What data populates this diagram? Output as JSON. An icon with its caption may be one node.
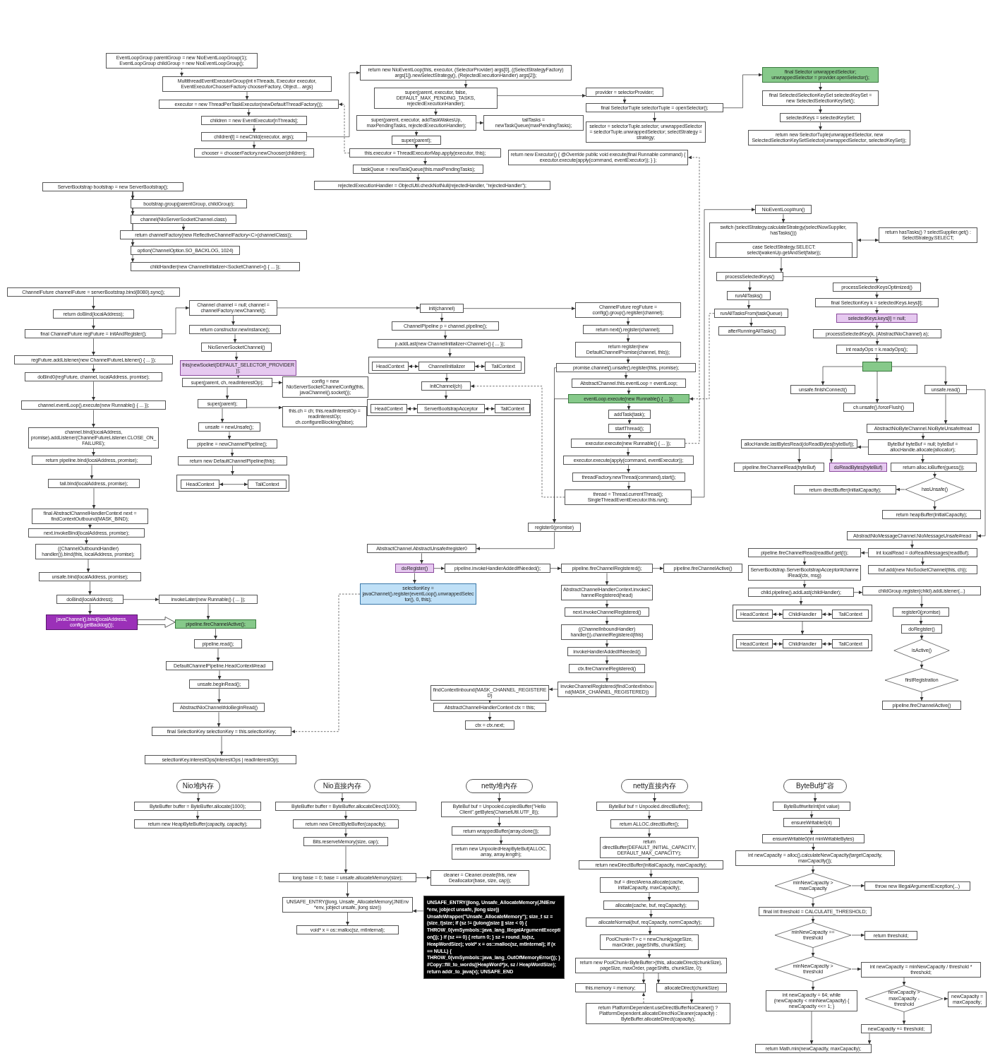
{
  "diagram": {
    "nodes": [
      {
        "text": [
          "EventLoopGroup parentGroup = new NioEventLoopGroup(1); EventLoopGroup childGroup = new NioEventLoopGroup();"
        ]
      },
      {
        "text": [
          "MultithreadEventExecutorGroup(int nThreads, Executor executor, EventExecutorChooserFactory chooserFactory, Object... args)"
        ]
      },
      {
        "text": [
          "executor = new ThreadPerTaskExecutor(newDefaultThreadFactory());"
        ]
      },
      {
        "text": [
          "children = new EventExecutor[nThreads];"
        ]
      },
      {
        "text": [
          "children[i] = newChild(executor, args);"
        ]
      },
      {
        "text": [
          "chooser = chooserFactory.newChooser(children);"
        ]
      },
      {
        "text": [
          "return new NioEventLoop(this, executor, (SelectorProvider) args[0], ((SelectStrategyFactory) args[1]).newSelectStrategy(), (RejectedExecutionHandler) args[2]);"
        ]
      },
      {
        "text": [
          "super(parent, executor, false, DEFAULT_MAX_PENDING_TASKS, rejectedExecutionHandler);"
        ]
      },
      {
        "text": [
          "super(parent, executor, addTaskWakesUp, maxPendingTasks, rejectedExecutionHandler);"
        ]
      },
      {
        "text": [
          "super(parent);"
        ]
      },
      {
        "text": [
          "this.executor = ThreadExecutorMap.apply(executor, this);"
        ]
      },
      {
        "text": [
          "taskQueue = newTaskQueue(this.maxPendingTasks);"
        ]
      },
      {
        "text": [
          "rejectedExecutionHandler = ObjectUtil.checkNotNull(rejectedHandler, \"rejectedHandler\");"
        ]
      },
      {
        "text": [
          "tailTasks = newTaskQueue(maxPendingTasks);"
        ]
      },
      {
        "text": [
          "return new Executor() { @Override public void execute(final Runnable command) { executor.execute(apply(command, eventExecutor)); } };"
        ]
      },
      {
        "text": [
          "provider = selectorProvider;"
        ]
      },
      {
        "text": [
          "final SelectorTuple selectorTuple = openSelector();"
        ]
      },
      {
        "text": [
          "selector = selectorTuple.selector; unwrappedSelector = selectorTuple.unwrappedSelector; selectStrategy = strategy;"
        ]
      },
      {
        "text": [
          "final Selector unwrappedSelector; unwrappedSelector = provider.openSelector();"
        ]
      },
      {
        "text": [
          "final SelectedSelectionKeySet selectedKeySet = new SelectedSelectionKeySet();"
        ]
      },
      {
        "text": [
          "selectedKeys = selectedKeySet;"
        ]
      },
      {
        "text": [
          "return new SelectorTuple(unwrappedSelector, new SelectedSelectionKeySetSelector(unwrappedSelector, selectedKeySet));"
        ]
      },
      {
        "text": [
          "ServerBootstrap bootstrap = new ServerBootstrap();"
        ]
      },
      {
        "text": [
          "bootstrap.group(parentGroup, childGroup);"
        ]
      },
      {
        "text": [
          "channel(NioServerSocketChannel.class)"
        ]
      },
      {
        "text": [
          "return channelFactory(new ReflectiveChannelFactory<C>(channelClass));"
        ]
      },
      {
        "text": [
          "option(ChannelOption.SO_BACKLOG, 1024)"
        ]
      },
      {
        "text": [
          "childHandler(new ChannelInitializer<SocketChannel>() { ... });"
        ]
      },
      {
        "text": [
          "ChannelFuture channelFuture = serverBootstrap.bind(8080).sync();"
        ]
      },
      {
        "text": [
          "return doBind(localAddress);"
        ]
      },
      {
        "text": [
          "final ChannelFuture regFuture = initAndRegister();"
        ]
      },
      {
        "text": [
          "regFuture.addListener(new ChannelFutureListener() { ... });"
        ]
      },
      {
        "text": [
          "doBind0(regFuture, channel, localAddress, promise);"
        ]
      },
      {
        "text": [
          "channel.eventLoop().execute(new Runnable() { ... });"
        ]
      },
      {
        "text": [
          "channel.bind(localAddress, promise).addListener(ChannelFutureListener.CLOSE_ON_FAILURE);"
        ]
      },
      {
        "text": [
          "return pipeline.bind(localAddress, promise);"
        ]
      },
      {
        "text": [
          "tail.bind(localAddress, promise);"
        ]
      },
      {
        "text": [
          "final AbstractChannelHandlerContext next = findContextOutbound(MASK_BIND);"
        ]
      },
      {
        "text": [
          "next.invokeBind(localAddress, promise);"
        ]
      },
      {
        "text": [
          "((ChannelOutboundHandler) handler()).bind(this, localAddress, promise);"
        ]
      },
      {
        "text": [
          "unsafe.bind(localAddress, promise);"
        ]
      },
      {
        "text": [
          "doBind(localAddress);"
        ]
      },
      {
        "text": [
          "javaChannel().bind(localAddress, config.getBacklog());"
        ]
      },
      {
        "text": [
          "invokeLater(new Runnable() { ... });"
        ]
      },
      {
        "text": [
          "pipeline.fireChannelActive();"
        ]
      },
      {
        "text": [
          "pipeline.read();"
        ]
      },
      {
        "text": [
          "DefaultChannelPipeline.HeadContext#read"
        ]
      },
      {
        "text": [
          "unsafe.beginRead();"
        ]
      },
      {
        "text": [
          "AbstractNioChannel#doBeginRead()"
        ]
      },
      {
        "text": [
          "final SelectionKey selectionKey = this.selectionKey;"
        ]
      },
      {
        "text": [
          "selectionKey.interestOps(interestOps | readInterestOp);"
        ]
      },
      {
        "text": [
          "Channel channel = null; channel = channelFactory.newChannel();"
        ]
      },
      {
        "text": [
          "return constructor.newInstance();"
        ]
      },
      {
        "text": [
          "NioServerSocketChannel()"
        ]
      },
      {
        "text": [
          "this(newSocket(DEFAULT_SELECTOR_PROVIDER));"
        ]
      },
      {
        "text": [
          "super(parent, ch, readInterestOp);"
        ]
      },
      {
        "text": [
          "config = new NioServerSocketChannelConfig(this, javaChannel().socket());"
        ]
      },
      {
        "text": [
          "super(parent);"
        ]
      },
      {
        "text": [
          "this.ch = ch; this.readInterestOp = readInterestOp; ch.configureBlocking(false);"
        ]
      },
      {
        "text": [
          "unsafe = newUnsafe();"
        ]
      },
      {
        "text": [
          "pipeline = newChannelPipeline();"
        ]
      },
      {
        "text": [
          "return new DefaultChannelPipeline(this);"
        ]
      },
      {
        "text": [],
        "shape": "box"
      },
      {
        "text": [
          "HeadContext"
        ],
        "in": 62
      },
      {
        "text": [
          "TailContext"
        ],
        "in": 62
      },
      {
        "text": [
          "init(channel)"
        ]
      },
      {
        "text": [
          "ChannelPipeline p = channel.pipeline();"
        ]
      },
      {
        "text": [
          "p.addLast(new ChannelInitializer<Channel>() { ... });"
        ]
      },
      {
        "text": [],
        "shape": "box"
      },
      {
        "text": [
          "HeadContext"
        ],
        "in": 68
      },
      {
        "text": [
          "ChannelInitializer"
        ],
        "in": 68
      },
      {
        "text": [
          "TailContext"
        ],
        "in": 68
      },
      {
        "text": [
          "initChannel(ch)"
        ]
      },
      {
        "text": [],
        "shape": "box"
      },
      {
        "text": [
          "HeadContext"
        ],
        "in": 73
      },
      {
        "text": [
          "ServerBootstrapAcceptor"
        ],
        "in": 73
      },
      {
        "text": [
          "TailContext"
        ],
        "in": 73
      },
      {
        "text": [
          "ChannelFuture regFuture = config().group().register(channel);"
        ]
      },
      {
        "text": [
          "return next().register(channel);"
        ]
      },
      {
        "text": [
          "return register(new DefaultChannelPromise(channel, this));"
        ]
      },
      {
        "text": [
          "promise.channel().unsafe().register(this, promise);"
        ]
      },
      {
        "text": [
          "AbstractChannel.this.eventLoop = eventLoop;"
        ]
      },
      {
        "text": [
          "eventLoop.execute(new Runnable() { ... });"
        ]
      },
      {
        "text": [
          "addTask(task);"
        ]
      },
      {
        "text": [
          "startThread();"
        ]
      },
      {
        "text": [
          "executor.execute(new Runnable() { ... });"
        ]
      },
      {
        "text": [
          "executor.execute(apply(command, eventExecutor));"
        ]
      },
      {
        "text": [
          "threadFactory.newThread(command).start();"
        ]
      },
      {
        "text": [
          "thread = Thread.currentThread(); SingleThreadEventExecutor.this.run();"
        ]
      },
      {
        "text": [
          "register0(promise)"
        ]
      },
      {
        "text": [
          "AbstractChannel.AbstractUnsafe#register0"
        ]
      },
      {
        "text": [
          "doRegister()"
        ]
      },
      {
        "text": [
          "pipeline.invokeHandlerAddedIfNeeded();"
        ]
      },
      {
        "text": [
          "pipeline.fireChannelRegistered();"
        ]
      },
      {
        "text": [
          "pipeline.fireChannelActive()"
        ]
      },
      {
        "text": [
          "selectionKey = javaChannel().register(eventLoop().unwrappedSelector(), 0, this);"
        ]
      },
      {
        "text": [
          "AbstractChannelHandlerContext.invokeChannelRegistered(head)"
        ]
      },
      {
        "text": [
          "next.invokeChannelRegistered()"
        ]
      },
      {
        "text": [
          "((ChannelInboundHandler) handler()).channelRegistered(this)"
        ]
      },
      {
        "text": [
          "invokeHandlerAddedIfNeeded()"
        ]
      },
      {
        "text": [
          "ctx.fireChannelRegistered()"
        ]
      },
      {
        "text": [
          "invokeChannelRegistered(findContextInbound(MASK_CHANNEL_REGISTERED))"
        ]
      },
      {
        "text": [
          "findContextInbound(MASK_CHANNEL_REGISTERED)"
        ]
      },
      {
        "text": [
          "AbstractChannelHandlerContext ctx = this;"
        ]
      },
      {
        "text": [
          "ctx = ctx.next;"
        ]
      },
      {
        "text": [
          "NioEventLoop#run()"
        ]
      },
      {
        "text": [
          "switch (selectStrategy.calculateStrategy(selectNowSupplier, hasTasks()))"
        ]
      },
      {
        "text": [
          "case SelectStrategy.SELECT: select(wakenUp.getAndSet(false));"
        ],
        "in": 106
      },
      {
        "text": [
          "return hasTasks() ? selectSupplier.get() : SelectStrategy.SELECT;"
        ]
      },
      {
        "text": [
          "processSelectedKeys()"
        ]
      },
      {
        "text": [
          "runAllTasks()"
        ]
      },
      {
        "text": [
          "runAllTasksFrom(taskQueue)"
        ]
      },
      {
        "text": [
          "afterRunningAllTasks()"
        ]
      },
      {
        "text": [
          "processSelectedKeysOptimized()"
        ]
      },
      {
        "text": [
          "final SelectionKey k = selectedKeys.keys[i];"
        ]
      },
      {
        "text": [
          "selectedKeys.keys[i] = null;"
        ]
      },
      {
        "text": [
          "processSelectedKey(k, (AbstractNioChannel) a);"
        ]
      },
      {
        "text": [
          "int readyOps = k.readyOps();"
        ]
      },
      {
        "text": [],
        "shape": "box"
      },
      {
        "text": [
          "unsafe.finishConnect()"
        ]
      },
      {
        "text": [
          "ch.unsafe().forceFlush()"
        ]
      },
      {
        "text": [
          "unsafe.read()"
        ]
      },
      {
        "text": [
          "AbstractNioMessageChannel.NioMessageUnsafe#read"
        ]
      },
      {
        "text": [
          "int localRead = doReadMessages(readBuf);"
        ]
      },
      {
        "text": [
          "buf.add(new NioSocketChannel(this, ch));"
        ]
      },
      {
        "text": [
          "pipeline.fireChannelRead(readBuf.get(i));"
        ]
      },
      {
        "text": [
          "ServerBootstrap.ServerBootstrapAcceptor#channelRead(ctx, msg)"
        ]
      },
      {
        "text": [
          "child.pipeline().addLast(childHandler);"
        ]
      },
      {
        "text": [
          "childGroup.register(child).addListener(...)"
        ]
      },
      {
        "text": [],
        "shape": "box"
      },
      {
        "text": [
          "HeadContext"
        ],
        "in": 129
      },
      {
        "text": [
          "ChildHandler"
        ],
        "in": 129
      },
      {
        "text": [
          "TailContext"
        ],
        "in": 129
      },
      {
        "text": [
          "register0(promise)"
        ]
      },
      {
        "text": [],
        "shape": "box"
      },
      {
        "text": [
          "HeadContext"
        ],
        "in": 134
      },
      {
        "text": [
          "ChildHandler"
        ],
        "in": 134
      },
      {
        "text": [
          "TailContext"
        ],
        "in": 134
      },
      {
        "text": [
          "doRegister()"
        ]
      },
      {
        "text": [
          "isActive()"
        ]
      },
      {
        "text": [
          "firstRegistration"
        ]
      },
      {
        "text": [
          "pipeline.fireChannelActive()"
        ]
      },
      {
        "text": [
          "AbstractNioByteChannel.NioByteUnsafe#read"
        ]
      },
      {
        "text": [
          "ByteBuf byteBuf = null; byteBuf = allocHandle.allocate(allocator);"
        ]
      },
      {
        "text": [
          "allocHandle.lastBytesRead(doReadBytes(byteBuf));"
        ]
      },
      {
        "text": [
          "pipeline.fireChannelRead(byteBuf)"
        ]
      },
      {
        "text": [
          "doReadBytes(byteBuf)"
        ]
      },
      {
        "text": [
          "return alloc.ioBuffer(guess());"
        ]
      },
      {
        "text": [
          "hasUnsafe()"
        ]
      },
      {
        "text": [
          "return directBuffer(initialCapacity);"
        ]
      },
      {
        "text": [
          "return heapBuffer(initialCapacity);"
        ]
      },
      {
        "text": [
          "Nio堆内存"
        ]
      },
      {
        "text": [
          "ByteBuffer buffer = ByteBuffer.allocate(1000);"
        ]
      },
      {
        "text": [
          "return new HeapByteBuffer(capacity, capacity);"
        ]
      },
      {
        "text": [
          "Nio直接内存"
        ]
      },
      {
        "text": [
          "ByteBuffer buffer = ByteBuffer.allocateDirect(1000);"
        ]
      },
      {
        "text": [
          "return new DirectByteBuffer(capacity);"
        ]
      },
      {
        "text": [
          "Bits.reserveMemory(size, cap);"
        ]
      },
      {
        "text": [
          "long base = 0; base = unsafe.allocateMemory(size);"
        ]
      },
      {
        "text": [
          "cleaner = Cleaner.create(this, new Deallocator(base, size, cap));"
        ]
      },
      {
        "text": [
          "UNSAFE_ENTRY(jlong, Unsafe_AllocateMemory(JNIEnv *env, jobject unsafe, jlong size))"
        ]
      },
      {
        "text": [
          "UNSAFE_ENTRY(jlong, Unsafe_AllocateMemory(JNIEnv *env, jobject unsafe, jlong size)) UnsafeWrapper(\"Unsafe_AllocateMemory\"); size_t sz = (size_t)size; if (sz != (julong)size || size < 0) { THROW_0(vmSymbols::java_lang_IllegalArgumentException()); } if (sz == 0) { return 0; } sz = round_to(sz, HeapWordSize); void* x = os::malloc(sz, mtInternal); if (x == NULL) { THROW_0(vmSymbols::java_lang_OutOfMemoryError()); } //Copy::fill_to_words((HeapWord*)x, sz / HeapWordSize); return addr_to_java(x); UNSAFE_END"
        ]
      },
      {
        "text": [
          "void* x = os::malloc(sz, mtInternal);"
        ]
      },
      {
        "text": [
          "netty堆内存"
        ]
      },
      {
        "text": [
          "ByteBuf buf = Unpooled.copiedBuffer(\"Hello Client\".getBytes(CharsetUtil.UTF_8));"
        ]
      },
      {
        "text": [
          "return wrappedBuffer(array.clone());"
        ]
      },
      {
        "text": [
          "return new UnpooledHeapByteBuf(ALLOC, array, array.length);"
        ]
      },
      {
        "text": [
          "netty直接内存"
        ]
      },
      {
        "text": [
          "ByteBuf buf = Unpooled.directBuffer();"
        ]
      },
      {
        "text": [
          "return ALLOC.directBuffer();"
        ]
      },
      {
        "text": [
          "return directBuffer(DEFAULT_INITIAL_CAPACITY, DEFAULT_MAX_CAPACITY);"
        ]
      },
      {
        "text": [
          "return newDirectBuffer(initialCapacity, maxCapacity);"
        ]
      },
      {
        "text": [
          "buf = directArena.allocate(cache, initialCapacity, maxCapacity);"
        ]
      },
      {
        "text": [
          "allocate(cache, buf, reqCapacity);"
        ]
      },
      {
        "text": [
          "allocateNormal(buf, reqCapacity, normCapacity);"
        ]
      },
      {
        "text": [
          "PoolChunk<T> c = newChunk(pageSize, maxOrder, pageShifts, chunkSize);"
        ]
      },
      {
        "text": [
          "return new PoolChunk<ByteBuffer>(this, allocateDirect(chunkSize), pageSize, maxOrder, pageShifts, chunkSize, 0);"
        ]
      },
      {
        "text": [
          "allocateDirect(chunkSize)"
        ]
      },
      {
        "text": [
          "return PlatformDependent.useDirectBufferNoCleaner() ? PlatformDependent.allocateDirectNoCleaner(capacity) : ByteBuffer.allocateDirect(capacity);"
        ]
      },
      {
        "text": [
          "this.memory = memory;"
        ]
      },
      {
        "text": [
          "ByteBuf扩容"
        ]
      },
      {
        "text": [
          "ByteBuf#writeInt(int value)"
        ]
      },
      {
        "text": [
          "ensureWritable0(4)"
        ]
      },
      {
        "text": [
          "ensureWritable0(int minWritableBytes)"
        ]
      },
      {
        "text": [
          "int newCapacity = alloc().calculateNewCapacity(targetCapacity, maxCapacity());"
        ]
      },
      {
        "text": [
          "minNewCapacity > maxCapacity"
        ]
      },
      {
        "text": [
          "throw new IllegalArgumentException(...)"
        ]
      },
      {
        "text": [
          "final int threshold = CALCULATE_THRESHOLD;"
        ]
      },
      {
        "text": [
          "minNewCapacity == threshold"
        ]
      },
      {
        "text": [
          "return threshold;"
        ]
      },
      {
        "text": [
          "minNewCapacity > threshold"
        ]
      },
      {
        "text": [
          "int newCapacity = minNewCapacity / threshold * threshold;"
        ]
      },
      {
        "text": [
          "newCapacity > maxCapacity - threshold"
        ]
      },
      {
        "text": [
          "newCapacity = maxCapacity;"
        ]
      },
      {
        "text": [
          "newCapacity += threshold;"
        ]
      },
      {
        "text": [
          "int newCapacity = 64; while (newCapacity < minNewCapacity) { newCapacity <<= 1; }"
        ]
      },
      {
        "text": [
          "return Math.min(newCapacity, maxCapacity);"
        ]
      }
    ],
    "edges": [
      {
        "from": 0,
        "to": 1,
        "arrow": "to",
        "style": "dashed"
      },
      {
        "from": 1,
        "to": 2,
        "arrow": "to"
      },
      {
        "from": 2,
        "to": 3,
        "arrow": "to"
      },
      {
        "from": 3,
        "to": 4,
        "arrow": "to"
      },
      {
        "from": 4,
        "to": 5,
        "arrow": "to"
      },
      {
        "from": 4,
        "to": 6,
        "arrow": "to"
      },
      {
        "from": 6,
        "to": 7,
        "arrow": "to"
      },
      {
        "from": 7,
        "to": 15,
        "arrow": "to"
      },
      {
        "from": 15,
        "to": 16,
        "arrow": "to"
      },
      {
        "from": 16,
        "to": 17,
        "arrow": "to"
      },
      {
        "from": 16,
        "to": 18,
        "arrow": "to"
      },
      {
        "from": 18,
        "to": 19,
        "arrow": "to"
      },
      {
        "from": 19,
        "to": 20,
        "arrow": "to"
      },
      {
        "from": 20,
        "to": 21,
        "arrow": "to"
      },
      {
        "from": 7,
        "to": 8,
        "arrow": "to"
      },
      {
        "from": 8,
        "to": 13,
        "arrow": "to"
      },
      {
        "from": 8,
        "to": 9,
        "arrow": "to"
      },
      {
        "from": 9,
        "to": 10,
        "arrow": "to"
      },
      {
        "from": 10,
        "to": 11,
        "arrow": "to"
      },
      {
        "from": 11,
        "to": 12,
        "arrow": "to"
      },
      {
        "from": 10,
        "to": 2,
        "arrow": "to",
        "style": "dashed"
      },
      {
        "from": 85,
        "to": 14,
        "arrow": "to",
        "style": "dashed"
      },
      {
        "from": 22,
        "to": 23,
        "arrow": "to"
      },
      {
        "from": 22,
        "to": 24,
        "arrow": "to"
      },
      {
        "from": 24,
        "to": 25,
        "arrow": "to"
      },
      {
        "from": 22,
        "to": 26,
        "arrow": "to"
      },
      {
        "from": 22,
        "to": 27,
        "arrow": "to"
      },
      {
        "from": 28,
        "to": 29,
        "arrow": "to"
      },
      {
        "from": 29,
        "to": 30,
        "arrow": "to"
      },
      {
        "from": 30,
        "to": 51,
        "arrow": "to"
      },
      {
        "from": 51,
        "to": 52,
        "arrow": "to"
      },
      {
        "from": 52,
        "to": 53,
        "arrow": "to"
      },
      {
        "from": 53,
        "to": 54,
        "arrow": "to"
      },
      {
        "from": 54,
        "to": 55,
        "arrow": "to"
      },
      {
        "from": 55,
        "to": 56,
        "arrow": "to"
      },
      {
        "from": 55,
        "to": 57,
        "arrow": "to"
      },
      {
        "from": 57,
        "to": 58,
        "arrow": "to"
      },
      {
        "from": 57,
        "to": 59,
        "arrow": "to"
      },
      {
        "from": 59,
        "to": 60,
        "arrow": "to"
      },
      {
        "from": 60,
        "to": 61,
        "arrow": "to"
      },
      {
        "from": 61,
        "to": 62,
        "arrow": "to"
      },
      {
        "from": 63,
        "to": 64,
        "arrow": "both"
      },
      {
        "from": 51,
        "to": 65,
        "arrow": "to"
      },
      {
        "from": 65,
        "to": 66,
        "arrow": "to"
      },
      {
        "from": 66,
        "to": 67,
        "arrow": "to"
      },
      {
        "from": 67,
        "to": 68,
        "arrow": "to"
      },
      {
        "from": 69,
        "to": 70,
        "arrow": "both"
      },
      {
        "from": 70,
        "to": 71,
        "arrow": "both"
      },
      {
        "from": 68,
        "to": 72,
        "arrow": "to"
      },
      {
        "from": 72,
        "to": 73,
        "arrow": "to"
      },
      {
        "from": 74,
        "to": 75,
        "arrow": "both"
      },
      {
        "from": 75,
        "to": 76,
        "arrow": "both"
      },
      {
        "from": 65,
        "to": 77,
        "arrow": "to"
      },
      {
        "from": 77,
        "to": 78,
        "arrow": "to"
      },
      {
        "from": 78,
        "to": 79,
        "arrow": "to"
      },
      {
        "from": 79,
        "to": 80,
        "arrow": "to"
      },
      {
        "from": 80,
        "to": 81,
        "arrow": "to"
      },
      {
        "from": 81,
        "to": 82,
        "arrow": "to"
      },
      {
        "from": 82,
        "to": 83,
        "arrow": "to"
      },
      {
        "from": 83,
        "to": 84,
        "arrow": "to"
      },
      {
        "from": 84,
        "to": 85,
        "arrow": "to"
      },
      {
        "from": 85,
        "to": 86,
        "arrow": "to"
      },
      {
        "from": 86,
        "to": 87,
        "arrow": "to"
      },
      {
        "from": 87,
        "to": 88,
        "arrow": "to"
      },
      {
        "from": 88,
        "to": 105,
        "arrow": "to"
      },
      {
        "from": 80,
        "to": 89,
        "arrow": "to"
      },
      {
        "from": 82,
        "to": 89,
        "arrow": "to"
      },
      {
        "from": 89,
        "to": 90,
        "arrow": "to"
      },
      {
        "from": 90,
        "to": 91,
        "arrow": "to"
      },
      {
        "from": 91,
        "to": 92,
        "arrow": "to"
      },
      {
        "from": 92,
        "to": 93,
        "arrow": "to"
      },
      {
        "from": 93,
        "to": 94,
        "arrow": "to"
      },
      {
        "from": 91,
        "to": 95,
        "arrow": "to"
      },
      {
        "from": 93,
        "to": 96,
        "arrow": "to"
      },
      {
        "from": 96,
        "to": 97,
        "arrow": "to"
      },
      {
        "from": 97,
        "to": 98,
        "arrow": "to"
      },
      {
        "from": 98,
        "to": 99,
        "arrow": "to"
      },
      {
        "from": 99,
        "to": 100,
        "arrow": "to"
      },
      {
        "from": 100,
        "to": 101,
        "arrow": "to"
      },
      {
        "from": 101,
        "to": 102,
        "arrow": "to"
      },
      {
        "from": 102,
        "to": 103,
        "arrow": "to"
      },
      {
        "from": 103,
        "to": 104,
        "arrow": "to"
      },
      {
        "from": 95,
        "to": 49,
        "arrow": "to",
        "style": "dashed"
      },
      {
        "from": 88,
        "to": 72,
        "arrow": "to",
        "style": "dashed"
      },
      {
        "from": 111,
        "to": 82,
        "arrow": "to",
        "style": "dashed"
      },
      {
        "from": 30,
        "to": 31,
        "arrow": "to"
      },
      {
        "from": 31,
        "to": 32,
        "arrow": "to"
      },
      {
        "from": 32,
        "to": 33,
        "arrow": "to"
      },
      {
        "from": 33,
        "to": 34,
        "arrow": "to"
      },
      {
        "from": 34,
        "to": 35,
        "arrow": "to"
      },
      {
        "from": 35,
        "to": 36,
        "arrow": "to"
      },
      {
        "from": 36,
        "to": 37,
        "arrow": "to"
      },
      {
        "from": 37,
        "to": 38,
        "arrow": "to"
      },
      {
        "from": 38,
        "to": 39,
        "arrow": "to"
      },
      {
        "from": 39,
        "to": 40,
        "arrow": "to"
      },
      {
        "from": 40,
        "to": 41,
        "arrow": "to"
      },
      {
        "from": 41,
        "to": 42,
        "arrow": "to"
      },
      {
        "from": 41,
        "to": 43,
        "arrow": "to"
      },
      {
        "from": 42,
        "to": 44,
        "arrow": "to",
        "style": "thick"
      },
      {
        "from": 43,
        "to": 44,
        "arrow": "to"
      },
      {
        "from": 44,
        "to": 45,
        "arrow": "to"
      },
      {
        "from": 45,
        "to": 46,
        "arrow": "to"
      },
      {
        "from": 46,
        "to": 47,
        "arrow": "to"
      },
      {
        "from": 47,
        "to": 48,
        "arrow": "to"
      },
      {
        "from": 48,
        "to": 49,
        "arrow": "to"
      },
      {
        "from": 49,
        "to": 50,
        "arrow": "to"
      },
      {
        "from": 105,
        "to": 106,
        "arrow": "to"
      },
      {
        "from": 106,
        "to": 108,
        "arrow": "both"
      },
      {
        "from": 106,
        "to": 109,
        "arrow": "to"
      },
      {
        "from": 109,
        "to": 113,
        "arrow": "to"
      },
      {
        "from": 109,
        "to": 110,
        "arrow": "to"
      },
      {
        "from": 110,
        "to": 111,
        "arrow": "to"
      },
      {
        "from": 111,
        "to": 112,
        "arrow": "to"
      },
      {
        "from": 113,
        "to": 114,
        "arrow": "to"
      },
      {
        "from": 114,
        "to": 115,
        "arrow": "to"
      },
      {
        "from": 115,
        "to": 116,
        "arrow": "to"
      },
      {
        "from": 116,
        "to": 117,
        "arrow": "to"
      },
      {
        "from": 117,
        "to": 118,
        "arrow": "to"
      },
      {
        "from": 118,
        "to": 119,
        "arrow": "to"
      },
      {
        "from": 118,
        "to": 120,
        "arrow": "to"
      },
      {
        "from": 118,
        "to": 121,
        "arrow": "to"
      },
      {
        "from": 121,
        "to": 142,
        "arrow": "to"
      },
      {
        "from": 121,
        "to": 122,
        "arrow": "to"
      },
      {
        "from": 122,
        "to": 123,
        "arrow": "to"
      },
      {
        "from": 123,
        "to": 124,
        "arrow": "to"
      },
      {
        "from": 123,
        "to": 125,
        "arrow": "to"
      },
      {
        "from": 125,
        "to": 126,
        "arrow": "to"
      },
      {
        "from": 126,
        "to": 127,
        "arrow": "to"
      },
      {
        "from": 127,
        "to": 128,
        "arrow": "to"
      },
      {
        "from": 127,
        "to": 129,
        "arrow": "to"
      },
      {
        "from": 129,
        "to": 134,
        "arrow": "to"
      },
      {
        "from": 130,
        "to": 131,
        "arrow": "both"
      },
      {
        "from": 131,
        "to": 132,
        "arrow": "both"
      },
      {
        "from": 135,
        "to": 136,
        "arrow": "both"
      },
      {
        "from": 136,
        "to": 137,
        "arrow": "both"
      },
      {
        "from": 128,
        "to": 133,
        "arrow": "to"
      },
      {
        "from": 133,
        "to": 138,
        "arrow": "to"
      },
      {
        "from": 138,
        "to": 139,
        "arrow": "to"
      },
      {
        "from": 139,
        "to": 140,
        "arrow": "to"
      },
      {
        "from": 140,
        "to": 141,
        "arrow": "to"
      },
      {
        "from": 142,
        "to": 143,
        "arrow": "to"
      },
      {
        "from": 143,
        "to": 144,
        "arrow": "to"
      },
      {
        "from": 144,
        "to": 145,
        "arrow": "to"
      },
      {
        "from": 144,
        "to": 146,
        "arrow": "to"
      },
      {
        "from": 143,
        "to": 147,
        "arrow": "to"
      },
      {
        "from": 147,
        "to": 148,
        "arrow": "to"
      },
      {
        "from": 148,
        "to": 149,
        "arrow": "to"
      },
      {
        "from": 148,
        "to": 150,
        "arrow": "to"
      },
      {
        "from": 151,
        "to": 152,
        "arrow": "to"
      },
      {
        "from": 152,
        "to": 153,
        "arrow": "to"
      },
      {
        "from": 154,
        "to": 155,
        "arrow": "to"
      },
      {
        "from": 155,
        "to": 156,
        "arrow": "to"
      },
      {
        "from": 156,
        "to": 157,
        "arrow": "to"
      },
      {
        "from": 157,
        "to": 158,
        "arrow": "to"
      },
      {
        "from": 158,
        "to": 159,
        "arrow": "to"
      },
      {
        "from": 158,
        "to": 160,
        "arrow": "to"
      },
      {
        "from": 161,
        "to": 160,
        "arrow": "to"
      },
      {
        "from": 160,
        "to": 162,
        "arrow": "to"
      },
      {
        "from": 163,
        "to": 164,
        "arrow": "to"
      },
      {
        "from": 164,
        "to": 165,
        "arrow": "to"
      },
      {
        "from": 165,
        "to": 166,
        "arrow": "to"
      },
      {
        "from": 167,
        "to": 168,
        "arrow": "to"
      },
      {
        "from": 168,
        "to": 169,
        "arrow": "to"
      },
      {
        "from": 169,
        "to": 170,
        "arrow": "to"
      },
      {
        "from": 170,
        "to": 171,
        "arrow": "to"
      },
      {
        "from": 171,
        "to": 172,
        "arrow": "to"
      },
      {
        "from": 172,
        "to": 173,
        "arrow": "to"
      },
      {
        "from": 173,
        "to": 174,
        "arrow": "to"
      },
      {
        "from": 174,
        "to": 175,
        "arrow": "to"
      },
      {
        "from": 175,
        "to": 176,
        "arrow": "to"
      },
      {
        "from": 176,
        "to": 177,
        "arrow": "to"
      },
      {
        "from": 177,
        "to": 178,
        "arrow": "to"
      },
      {
        "from": 176,
        "to": 179,
        "arrow": "to"
      },
      {
        "from": 178,
        "to": 179,
        "arrow": "to",
        "style": "dashed"
      },
      {
        "from": 180,
        "to": 181,
        "arrow": "to"
      },
      {
        "from": 181,
        "to": 182,
        "arrow": "to"
      },
      {
        "from": 182,
        "to": 183,
        "arrow": "to"
      },
      {
        "from": 183,
        "to": 184,
        "arrow": "to"
      },
      {
        "from": 184,
        "to": 185,
        "arrow": "to"
      },
      {
        "from": 185,
        "to": 186,
        "arrow": "to"
      },
      {
        "from": 185,
        "to": 187,
        "arrow": "to"
      },
      {
        "from": 187,
        "to": 188,
        "arrow": "to"
      },
      {
        "from": 188,
        "to": 189,
        "arrow": "to"
      },
      {
        "from": 188,
        "to": 190,
        "arrow": "to"
      },
      {
        "from": 190,
        "to": 191,
        "arrow": "to"
      },
      {
        "from": 191,
        "to": 192,
        "arrow": "to"
      },
      {
        "from": 192,
        "to": 193,
        "arrow": "to"
      },
      {
        "from": 192,
        "to": 194,
        "arrow": "to"
      },
      {
        "from": 190,
        "to": 195,
        "arrow": "to"
      },
      {
        "from": 195,
        "to": 196,
        "arrow": "to"
      },
      {
        "from": 194,
        "to": 196,
        "arrow": "to"
      }
    ]
  }
}
